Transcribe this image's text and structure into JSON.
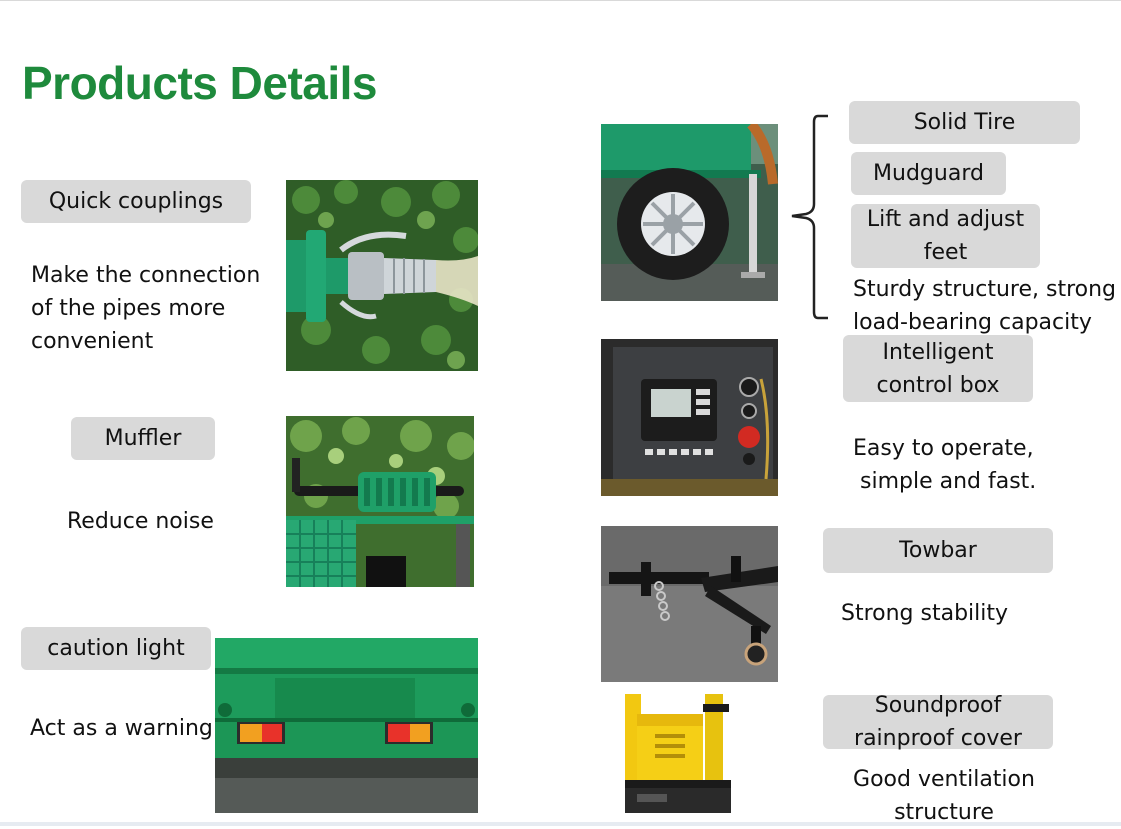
{
  "page": {
    "title": "Products Details"
  },
  "left_features": [
    {
      "label": "Quick couplings",
      "description": [
        "Make the connection",
        "of the pipes more",
        "convenient"
      ]
    },
    {
      "label": "Muffler",
      "description": [
        "Reduce noise"
      ]
    },
    {
      "label": "caution light",
      "description": [
        "Act as a warning"
      ]
    }
  ],
  "chassis": {
    "labels": [
      "Solid Tire",
      "Mudguard",
      "Lift and adjust",
      "feet"
    ],
    "description": [
      "Sturdy structure, strong",
      "load-bearing capacity"
    ]
  },
  "control_box": {
    "label": [
      "Intelligent",
      "control box"
    ],
    "description": [
      "Easy to operate,",
      "simple and fast."
    ]
  },
  "towbar": {
    "label": "Towbar",
    "description": "Strong stability"
  },
  "cover": {
    "label": [
      "Soundproof",
      "rainproof cover"
    ],
    "description": [
      "Good ventilation",
      "structure"
    ]
  },
  "colors": {
    "title_green": "#1e8a3c",
    "pill_gray": "#d9d9d9",
    "equipment_green": "#1f9b66"
  },
  "icons": [
    "coupling-photo",
    "muffler-photo",
    "caution-light-photo",
    "tire-photo",
    "control-box-photo",
    "towbar-photo",
    "cover-photo",
    "brace-icon"
  ]
}
